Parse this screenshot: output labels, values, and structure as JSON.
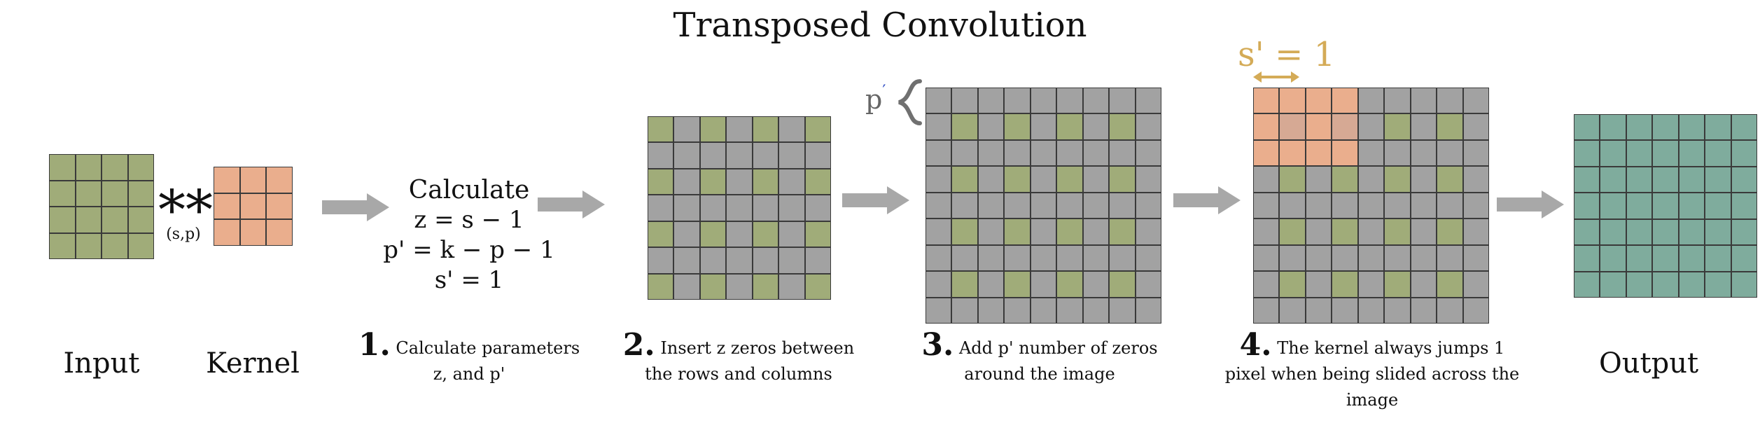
{
  "title": "Transposed Convolution",
  "labels": {
    "input": "Input",
    "kernel": "Kernel",
    "output": "Output"
  },
  "operator": {
    "symbol": "**",
    "sub": "(s,p)"
  },
  "calc": {
    "heading": "Calculate",
    "lines": [
      "z  = s − 1",
      "p' = k − p − 1",
      "s' = 1"
    ]
  },
  "steps": [
    {
      "num": "1.",
      "text": [
        "Calculate parameters",
        "z, and p'"
      ]
    },
    {
      "num": "2.",
      "text": [
        "Insert z zeros between",
        "the rows and columns"
      ]
    },
    {
      "num": "3.",
      "text": [
        "Add p' number of zeros",
        "around the image"
      ]
    },
    {
      "num": "4.",
      "text": [
        "The kernel always jumps 1",
        "pixel when being slided across the",
        "image"
      ]
    }
  ],
  "annotations": {
    "p_prime": "p",
    "p_prime_mark": "′",
    "s_prime": "s' = 1"
  },
  "grids": {
    "input": {
      "rows": 4,
      "cols": 4
    },
    "kernel": {
      "rows": 3,
      "cols": 3
    },
    "step2": {
      "rows": 7,
      "cols": 7
    },
    "step3": {
      "rows": 9,
      "cols": 9
    },
    "step4": {
      "rows": 9,
      "cols": 9,
      "kernel_rows": 3,
      "kernel_cols": 4
    },
    "output": {
      "rows": 7,
      "cols": 7
    }
  },
  "colors": {
    "input": "#a0ac79",
    "kernel": "#eaae8d",
    "zero": "#a2a2a2",
    "output": "#7fac9d",
    "arrow": "#a8a8a8",
    "accent": "#d4ab57"
  }
}
